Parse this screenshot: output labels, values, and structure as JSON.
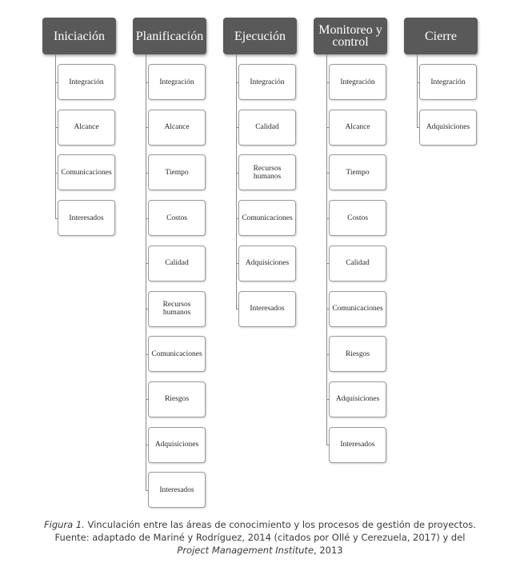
{
  "diagram": {
    "columns": [
      {
        "phase": "Iniciación",
        "areas": [
          "Integración",
          "Alcance",
          "Comunicaciones",
          "Interesados"
        ]
      },
      {
        "phase": "Planificación",
        "areas": [
          "Integración",
          "Alcance",
          "Tiempo",
          "Costos",
          "Calidad",
          "Recursos humanos",
          "Comunicaciones",
          "Riesgos",
          "Adquisiciones",
          "Interesados"
        ]
      },
      {
        "phase": "Ejecución",
        "areas": [
          "Integración",
          "Calidad",
          "Recursos humanos",
          "Comunicaciones",
          "Adquisiciones",
          "Interesados"
        ]
      },
      {
        "phase": "Monitoreo y control",
        "areas": [
          "Integración",
          "Alcance",
          "Tiempo",
          "Costos",
          "Calidad",
          "Comunicaciones",
          "Riesgos",
          "Adquisiciones",
          "Interesados"
        ]
      },
      {
        "phase": "Cierre",
        "areas": [
          "Integración",
          "Adquisiciones"
        ]
      }
    ]
  },
  "caption": {
    "figure_label": "Figura 1.",
    "line1_text": " Vinculación entre las áreas de conocimiento y los procesos de gestión de proyectos.",
    "line2": "Fuente: adaptado de Mariné y Rodríguez, 2014 (citados por Ollé y Cerezuela, 2017) y del",
    "line3_italic": "Project Management Institute",
    "line3_rest": ", 2013"
  },
  "colors": {
    "phase_fill": "#595959",
    "phase_text": "#ffffff",
    "area_border": "#9a9a9a",
    "connector": "#8a8a8a"
  }
}
